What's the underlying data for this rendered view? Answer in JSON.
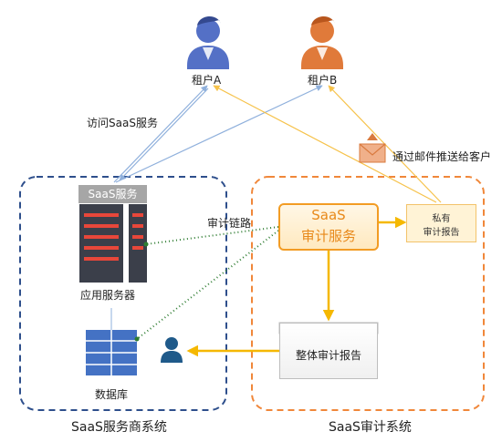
{
  "tenants": {
    "a": "租户A",
    "b": "租户B"
  },
  "edges": {
    "visit": "访问SaaS服务",
    "audit_link": "审计链路",
    "email": "通过邮件推送给客户"
  },
  "provider": {
    "caption": "SaaS服务商系统",
    "service_tag": "SaaS服务",
    "app_server": "应用服务器",
    "database": "数据库"
  },
  "audit": {
    "caption": "SaaS审计系统",
    "service_line1": "SaaS",
    "service_line2": "审计服务",
    "private_line1": "私有",
    "private_line2": "审计报告",
    "overall_report": "整体审计报告"
  },
  "colors": {
    "provider_border": "#2e4f8c",
    "audit_border": "#f0873a",
    "server_dark": "#3b3f4a",
    "server_bar": "#e8473a",
    "database_blue": "#4472c4",
    "tenant_a": "#5470c6",
    "tenant_b": "#e07a3a",
    "flow_blue": "#8fb0dc",
    "flow_orange": "#f6c24a",
    "audit_dotted": "#2f7d32"
  }
}
